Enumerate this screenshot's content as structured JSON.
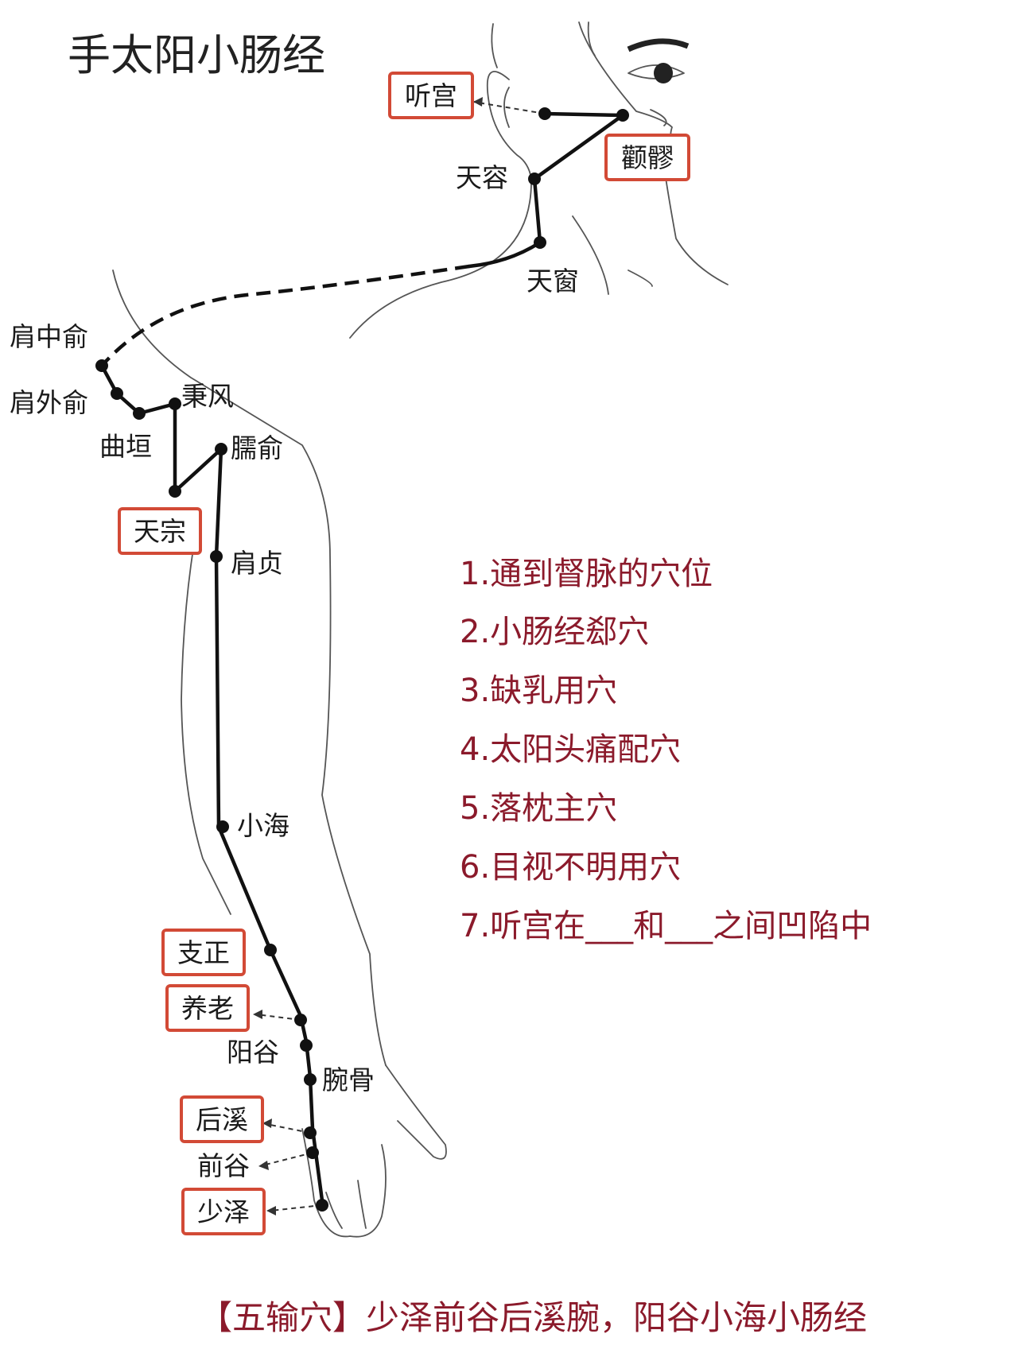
{
  "title": "手太阳小肠经",
  "colors": {
    "accent_box": "#d24a36",
    "question_text": "#8b1a2b",
    "meridian_line": "#111111"
  },
  "points": {
    "tinggong": "听宫",
    "quanliao": "颧髎",
    "tianrong": "天容",
    "tianchuang": "天窗",
    "jianzhongshu": "肩中俞",
    "jianwaishu": "肩外俞",
    "bingfeng": "秉风",
    "quyuan": "曲垣",
    "naoshu": "臑俞",
    "tianzong": "天宗",
    "jianzhen": "肩贞",
    "xiaohai": "小海",
    "zhizheng": "支正",
    "yanglao": "养老",
    "yanggu": "阳谷",
    "wangu": "腕骨",
    "houxi": "后溪",
    "qiangu": "前谷",
    "shaoze": "少泽"
  },
  "questions": [
    "1.通到督脉的穴位",
    "2.小肠经郄穴",
    "3.缺乳用穴",
    "4.太阳头痛配穴",
    "5.落枕主穴",
    "6.目视不明用穴",
    "7.听宫在___和___之间凹陷中"
  ],
  "footer": "【五输穴】少泽前谷后溪腕，阳谷小海小肠经"
}
